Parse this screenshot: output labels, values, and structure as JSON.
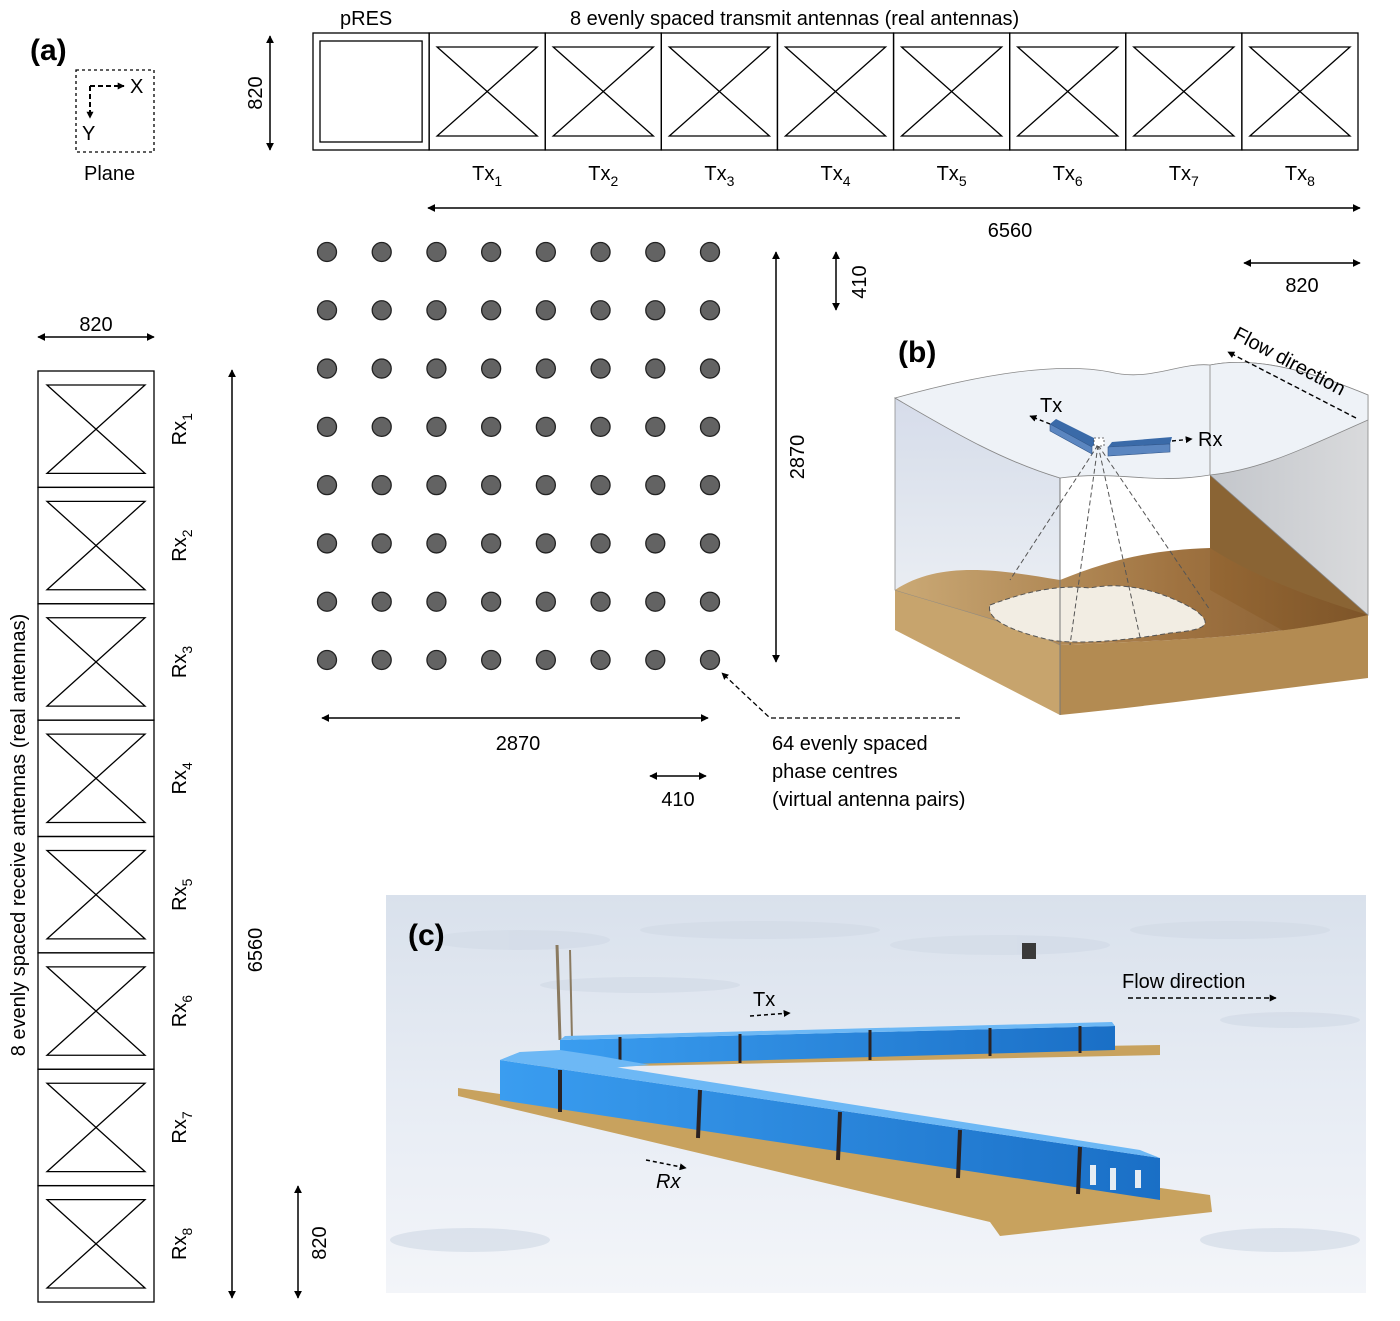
{
  "panels": {
    "a": {
      "label": "(a)"
    },
    "b": {
      "label": "(b)"
    },
    "c": {
      "label": "(c)"
    }
  },
  "plane": {
    "label": "Plane",
    "x_axis": "X",
    "y_axis": "Y"
  },
  "transmit": {
    "title": "8 evenly spaced transmit antennas (real antennas)",
    "pres_label": "pRES",
    "height_dim": "820",
    "span_dim": "6560",
    "element_dim": "820",
    "antennas": [
      {
        "base": "Tx",
        "sub": "1"
      },
      {
        "base": "Tx",
        "sub": "2"
      },
      {
        "base": "Tx",
        "sub": "3"
      },
      {
        "base": "Tx",
        "sub": "4"
      },
      {
        "base": "Tx",
        "sub": "5"
      },
      {
        "base": "Tx",
        "sub": "6"
      },
      {
        "base": "Tx",
        "sub": "7"
      },
      {
        "base": "Tx",
        "sub": "8"
      }
    ]
  },
  "receive": {
    "title": "8 evenly spaced receive antennas (real antennas)",
    "width_dim": "820",
    "span_dim": "6560",
    "element_dim": "820",
    "antennas": [
      {
        "base": "Rx",
        "sub": "1"
      },
      {
        "base": "Rx",
        "sub": "2"
      },
      {
        "base": "Rx",
        "sub": "3"
      },
      {
        "base": "Rx",
        "sub": "4"
      },
      {
        "base": "Rx",
        "sub": "5"
      },
      {
        "base": "Rx",
        "sub": "6"
      },
      {
        "base": "Rx",
        "sub": "7"
      },
      {
        "base": "Rx",
        "sub": "8"
      }
    ]
  },
  "phase_centres": {
    "rows": 8,
    "cols": 8,
    "width_dim": "2870",
    "height_dim": "2870",
    "spacing_x_dim": "410",
    "spacing_y_dim": "410",
    "annotation": [
      "64 evenly spaced",
      "phase centres",
      "(virtual antenna pairs)"
    ],
    "dot_color": "#636363"
  },
  "diagram_b": {
    "flow_label": "Flow direction",
    "tx_label": "Tx",
    "rx_label": "Rx",
    "antenna_color": "#5b86c0",
    "ice_color": "#e3e8f1",
    "bed_color": "#a47a45"
  },
  "photo_c": {
    "flow_label": "Flow direction",
    "tx_label": "Tx",
    "rx_label": "Rx",
    "sled_color": "#2a8fe0",
    "snow_color": "#e9eef5"
  }
}
